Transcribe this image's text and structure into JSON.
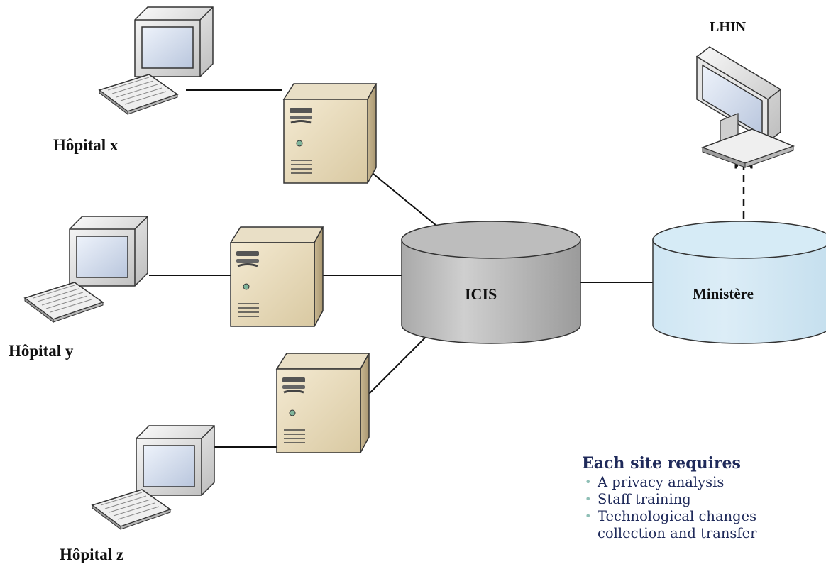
{
  "nodes": {
    "icis": {
      "label": "ICIS",
      "color": "#c8c8c8"
    },
    "ministere": {
      "label": "Ministère",
      "color": "#d4e9f4"
    },
    "lhin": {
      "label": "LHIN"
    },
    "hospital_x": {
      "label": "Hôpital x"
    },
    "hospital_y": {
      "label": "Hôpital y"
    },
    "hospital_z": {
      "label": "Hôpital z"
    }
  },
  "notes": {
    "title": "Each site requires",
    "items": [
      "A privacy analysis",
      "Staff training",
      "Technological changes",
      "collection and transfer"
    ]
  },
  "colors": {
    "server_body": "#e8dcc0",
    "monitor_body": "#eeeeee",
    "screen": "#d6dff0",
    "text_accent": "#1f2a5a",
    "bullet": "#8fbfb6"
  }
}
